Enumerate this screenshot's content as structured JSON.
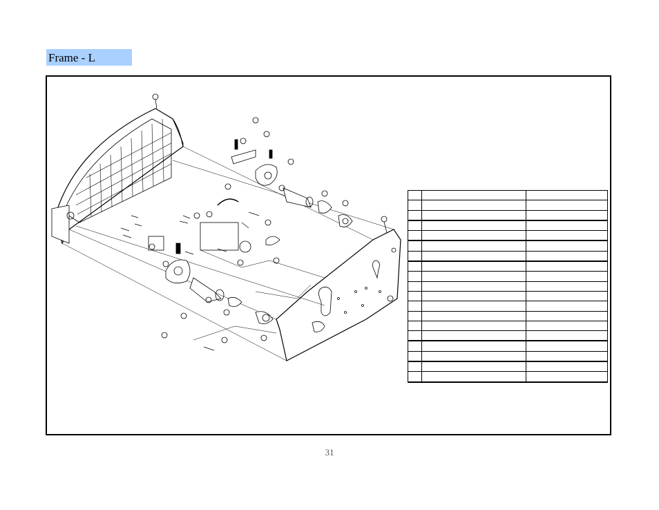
{
  "section": {
    "title": "Frame - L"
  },
  "parts_table": {
    "row_count": 19
  },
  "footer": {
    "page_number": "31"
  }
}
